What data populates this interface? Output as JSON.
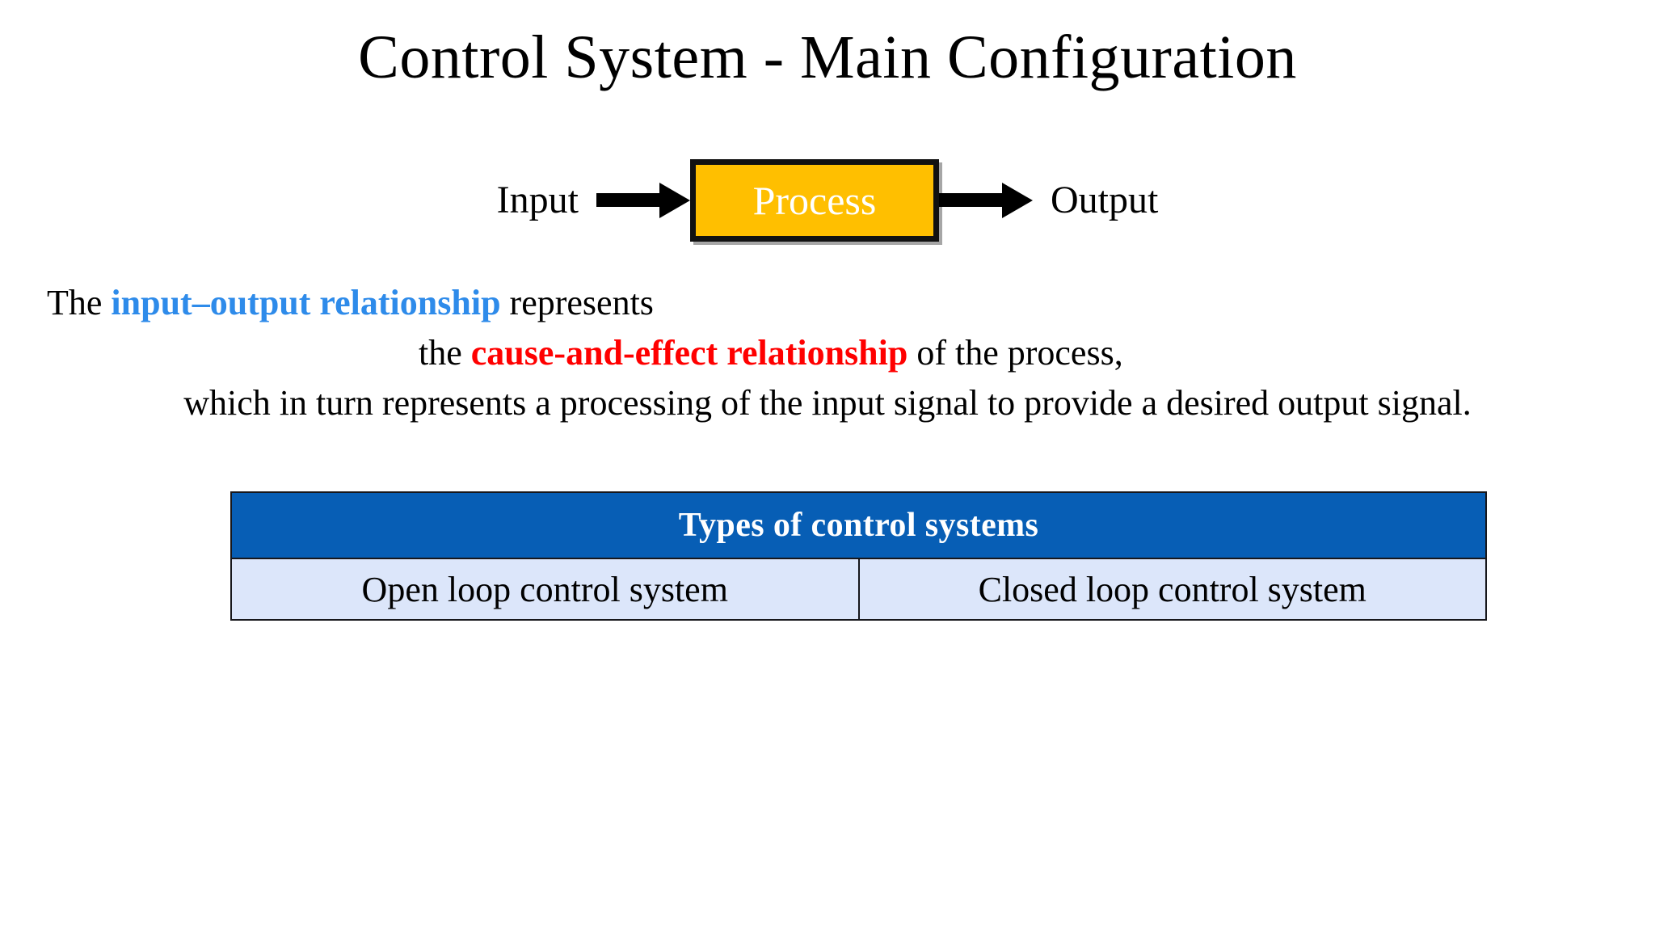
{
  "slide": {
    "title": "Control System - Main Configuration",
    "background_color": "#FFFFFF"
  },
  "diagram": {
    "input_label": "Input",
    "process_label": "Process",
    "output_label": "Output",
    "process_fill_color": "#FFBF00",
    "process_border_color": "#111111",
    "process_text_color": "#FFFFFF",
    "arrow_color": "#000000",
    "arrow_in_name": "input-arrow",
    "arrow_out_name": "output-arrow"
  },
  "description": {
    "line1": {
      "before": "The ",
      "highlight": "input–output relationship",
      "after": " represents",
      "highlight_color": "#2E8BEA"
    },
    "line2": {
      "before": "the ",
      "highlight": "cause-and-effect relationship",
      "after": " of the process,",
      "highlight_color": "#FF0000"
    },
    "line3": "which in turn represents a processing of the input signal to provide a desired output signal."
  },
  "table": {
    "header": "Types of control systems",
    "header_bg_color": "#075EB5",
    "header_text_color": "#FFFFFF",
    "cell_bg_color": "#DCE6FA",
    "border_color": "#17171B",
    "rows": [
      {
        "cells": [
          "Open loop control system",
          "Closed loop control system"
        ]
      }
    ]
  }
}
